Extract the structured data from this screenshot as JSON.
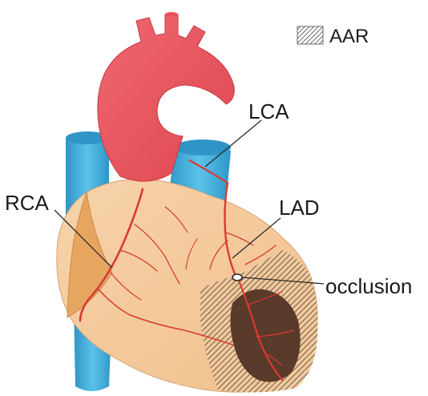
{
  "legend": {
    "label": "AAR",
    "icon": "hatched-swatch-icon"
  },
  "labels": {
    "lca": "LCA",
    "rca": "RCA",
    "lad": "LAD",
    "occlusion": "occlusion"
  },
  "colors": {
    "aorta": "#e8545c",
    "vena_cava": "#4fb3df",
    "myocardium": "#f4c89a",
    "right_atrium": "#e6a660",
    "coronary_artery": "#d93a32",
    "infarct": "#5a3a2a",
    "hatch": "#3b3b3b"
  }
}
